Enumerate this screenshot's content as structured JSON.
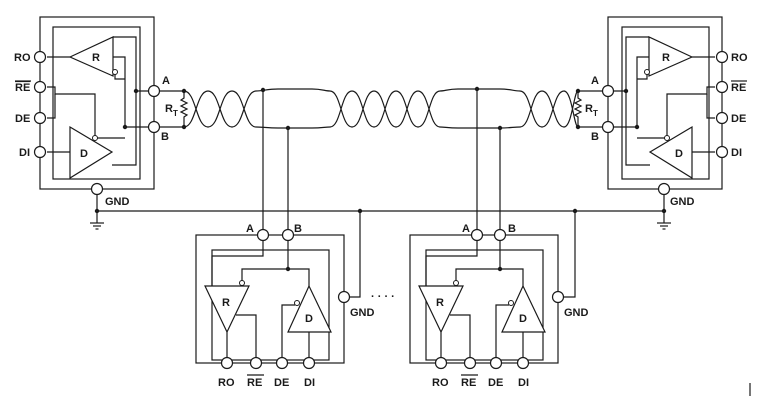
{
  "diagram": {
    "labels": {
      "ro": "RO",
      "re": "RE",
      "de": "DE",
      "di": "DI",
      "a": "A",
      "b": "B",
      "gnd": "GND",
      "receiver": "R",
      "driver": "D",
      "termination_main": "R",
      "termination_sub": "T",
      "ellipsis": "· · · ·"
    }
  }
}
